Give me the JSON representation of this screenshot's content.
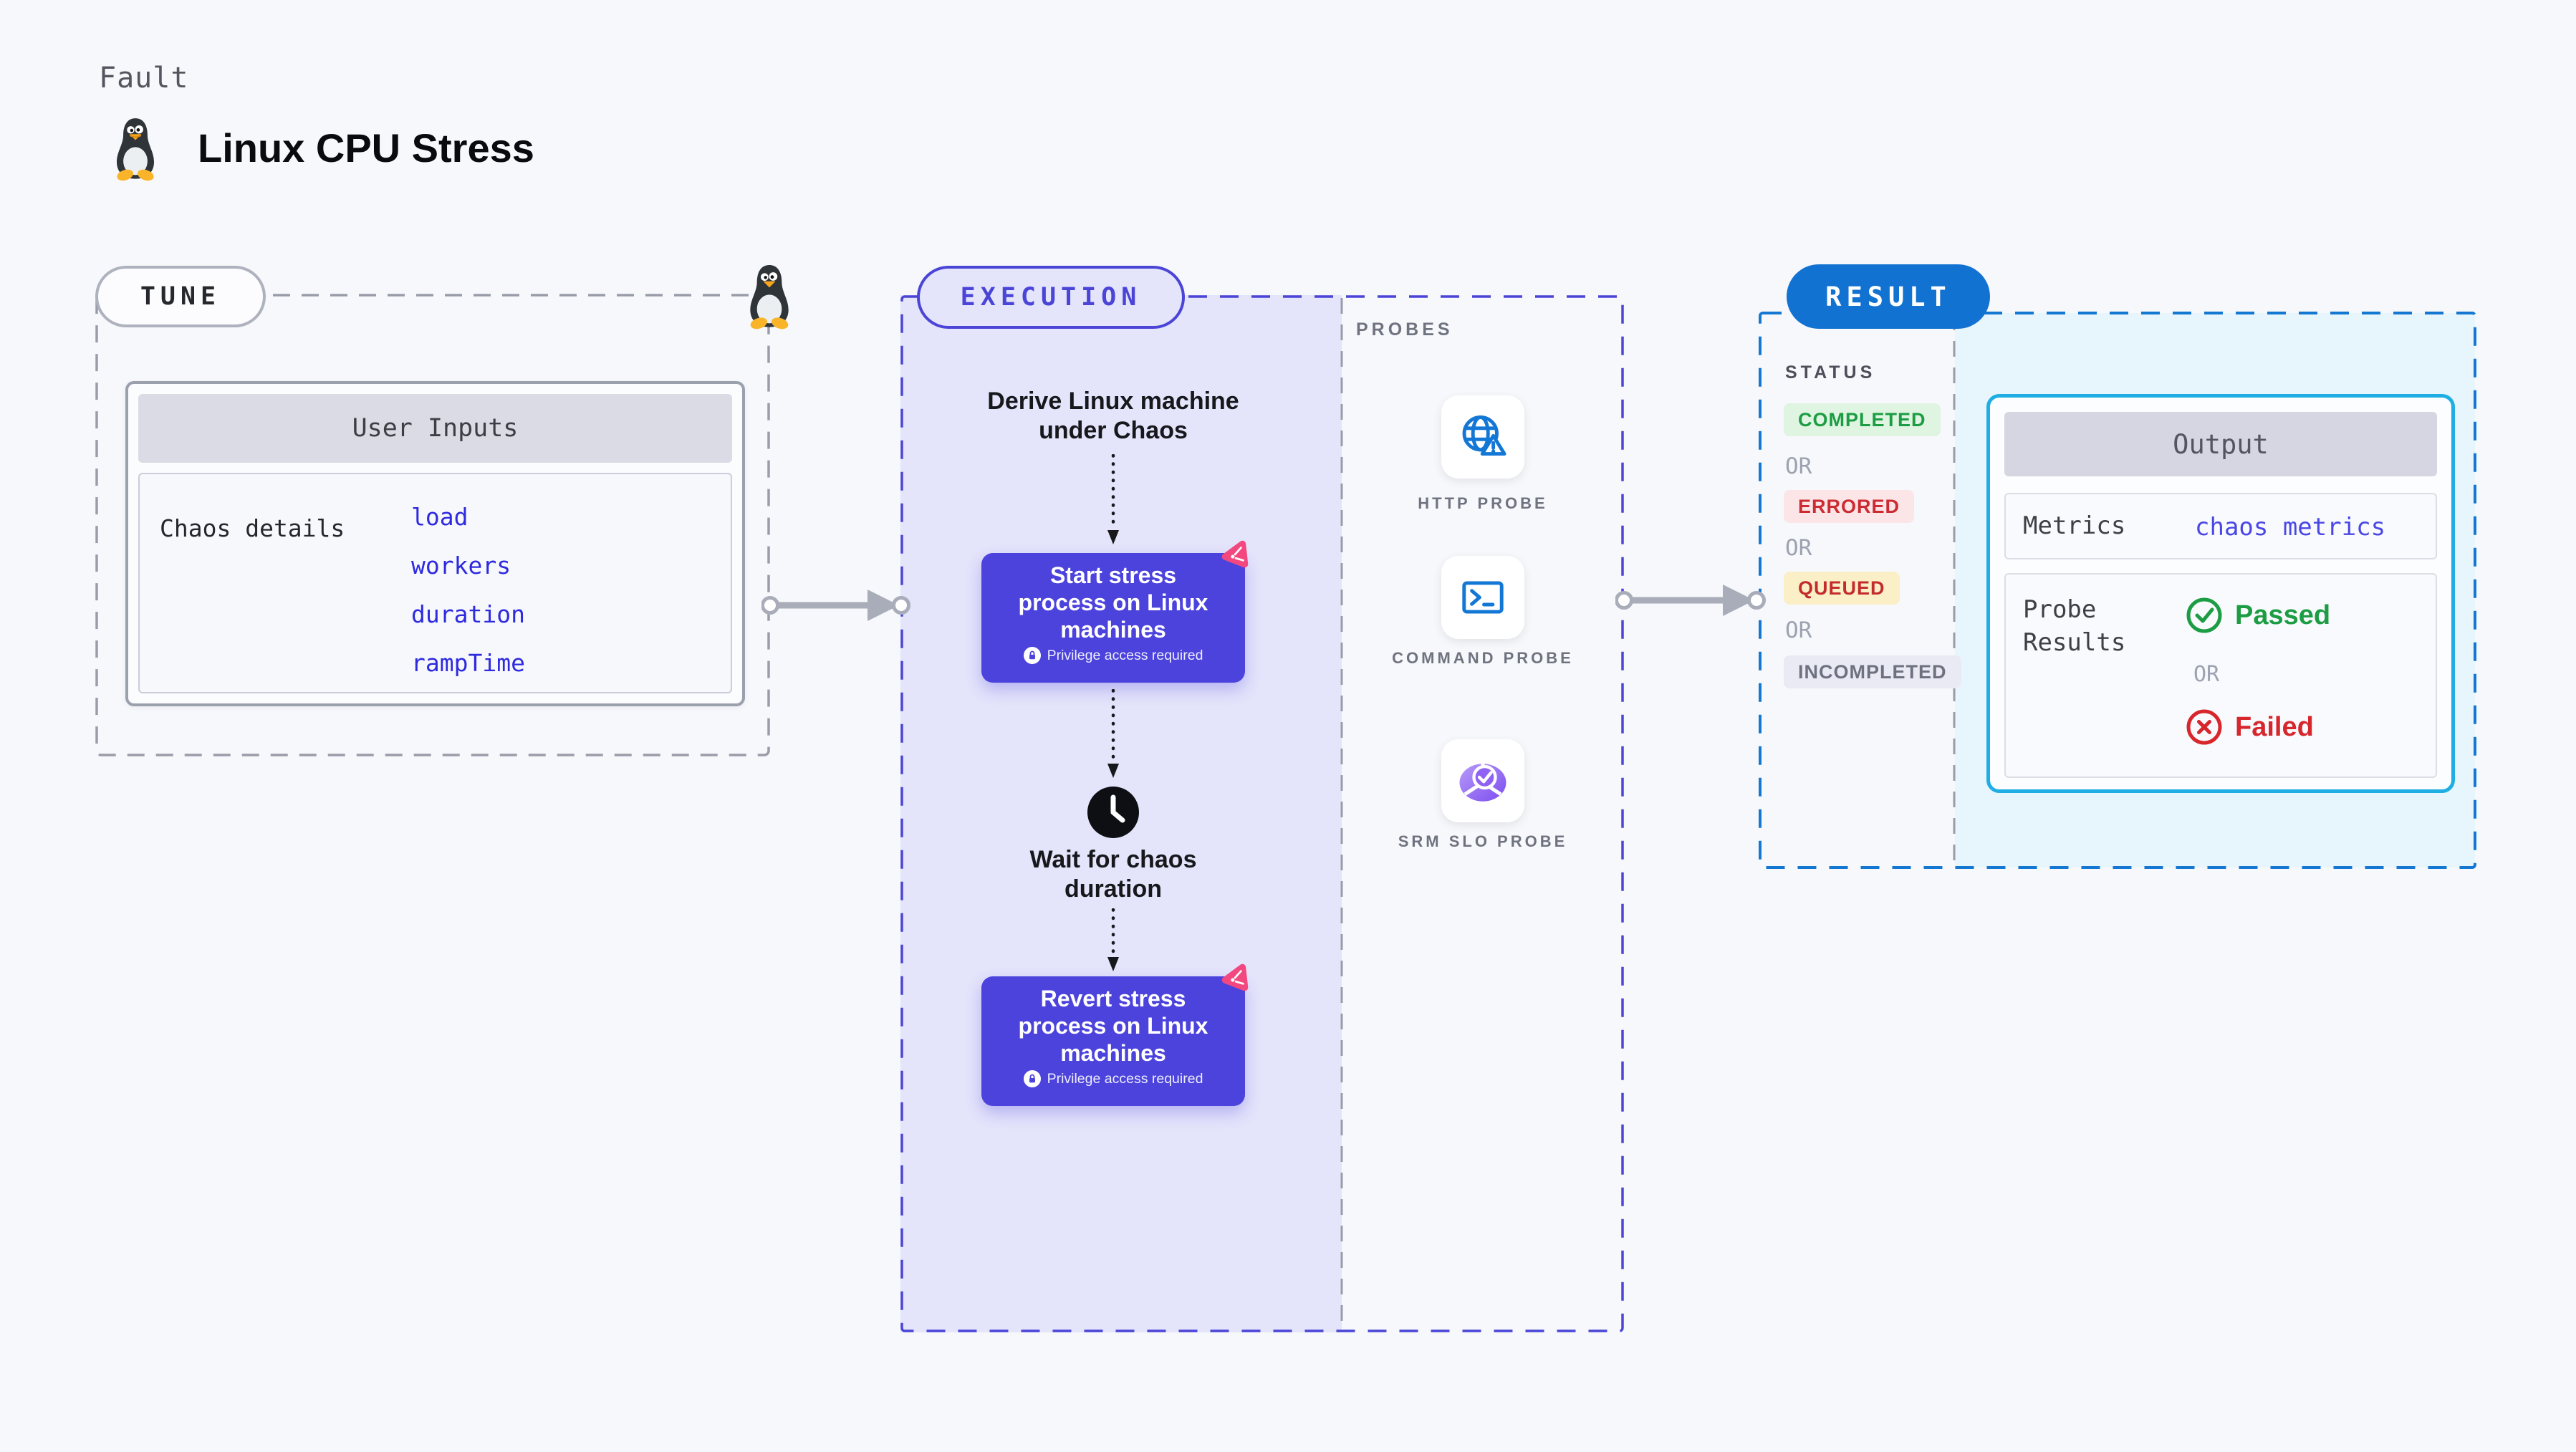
{
  "header": {
    "kicker": "Fault",
    "title": "Linux CPU Stress"
  },
  "tune": {
    "pill": "TUNE",
    "card": {
      "header": "User Inputs",
      "row_label": "Chaos details",
      "links": [
        "load",
        "workers",
        "duration",
        "rampTime"
      ]
    }
  },
  "execution": {
    "pill": "EXECUTION",
    "derive_title": "Derive Linux machine under Chaos",
    "start_button": {
      "title": "Start stress process on Linux machines",
      "privilege": "Privilege access required"
    },
    "wait_label": "Wait for chaos duration",
    "revert_button": {
      "title": "Revert stress process on Linux machines",
      "privilege": "Privilege access required"
    },
    "probes": {
      "heading": "PROBES",
      "items": [
        {
          "label": "HTTP PROBE",
          "icon": "globe-alert-icon"
        },
        {
          "label": "COMMAND PROBE",
          "icon": "terminal-icon"
        },
        {
          "label": "SRM SLO PROBE",
          "icon": "pie-check-icon"
        }
      ]
    }
  },
  "result": {
    "pill": "RESULT",
    "status_heading": "STATUS",
    "or_label": "OR",
    "statuses": [
      "COMPLETED",
      "ERRORED",
      "QUEUED",
      "INCOMPLETED"
    ],
    "output": {
      "header": "Output",
      "metrics_label": "Metrics",
      "metrics_value": "chaos metrics",
      "probe_results_label": "Probe Results",
      "passed": "Passed",
      "or_label": "OR",
      "failed": "Failed"
    }
  },
  "colors": {
    "execution_accent": "#4B45D7",
    "result_accent": "#1272D2",
    "output_border": "#1FAEE4",
    "button": "#4C43DD",
    "chaos_pink": "#F3487F",
    "link_blue": "#2E2ADF",
    "completed_green": "#1D9D43",
    "errored_red": "#CC2B31",
    "queued_yellow_bg": "#FBEFC8",
    "probe_icon_blue": "#1377D6"
  }
}
